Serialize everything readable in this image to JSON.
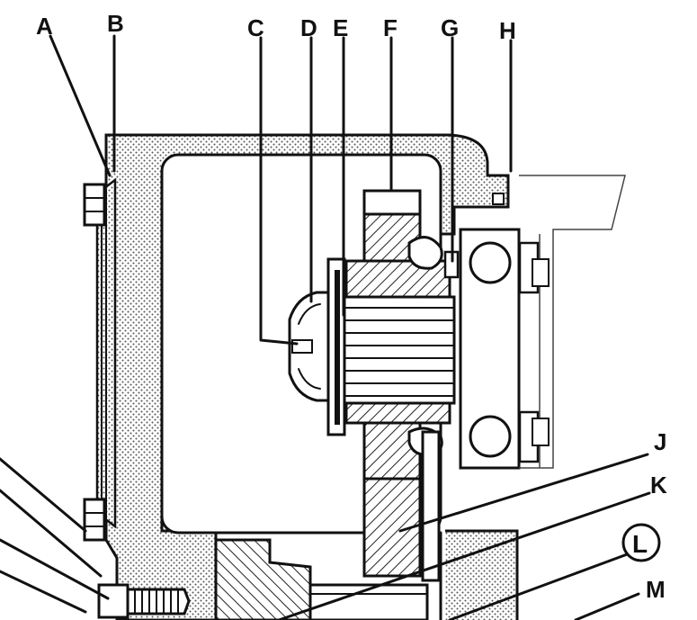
{
  "colors": {
    "ink": "#111111",
    "paper": "#ffffff",
    "stipple": "#b5b5b5"
  },
  "callouts": {
    "A": "A",
    "B": "B",
    "C": "C",
    "D": "D",
    "E": "E",
    "F": "F",
    "G": "G",
    "H": "H",
    "J": "J",
    "K": "K",
    "L": "L",
    "M": "M"
  }
}
